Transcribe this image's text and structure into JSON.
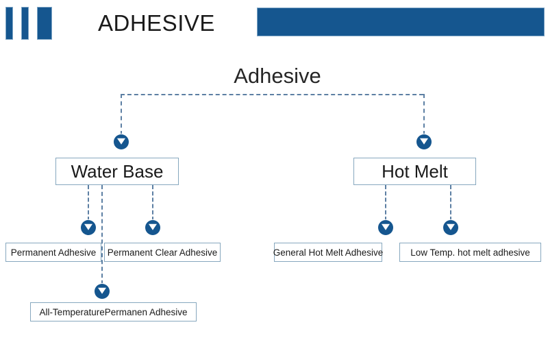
{
  "header": {
    "title": "ADHESIVE",
    "logo_bars": [
      "logo-bar-narrow-1",
      "logo-bar-narrow-2",
      "logo-bar-wide"
    ],
    "banner_name": "header-blue-banner"
  },
  "colors": {
    "brand_blue": "#15568F",
    "box_border": "#86A7BE",
    "connector": "#5C7FA3",
    "text": "#1a1a1a",
    "background": "#ffffff"
  },
  "diagram": {
    "type": "tree",
    "root": {
      "label": "Adhesive"
    },
    "branches": [
      {
        "id": "water-base",
        "label": "Water Base",
        "children": [
          {
            "id": "permanent-adhesive",
            "label": "Permanent Adhesive"
          },
          {
            "id": "permanent-clear-adhesive",
            "label": "Permanent Clear Adhesive"
          },
          {
            "id": "all-temperature-permanen-adhesive",
            "label": "All-TemperaturePermanen Adhesive"
          }
        ]
      },
      {
        "id": "hot-melt",
        "label": "Hot Melt",
        "children": [
          {
            "id": "general-hot-melt-adhesive",
            "label": "General Hot Melt Adhesive"
          },
          {
            "id": "low-temp-hot-melt-adhesive",
            "label": "Low Temp. hot melt adhesive"
          }
        ]
      }
    ],
    "arrow_markers": [
      "arrow-to-water-base",
      "arrow-to-hot-melt",
      "arrow-to-permanent-adhesive",
      "arrow-to-permanent-clear-adhesive",
      "arrow-to-general-hot-melt-adhesive",
      "arrow-to-low-temp-hot-melt-adhesive",
      "arrow-to-all-temperature-permanen-adhesive"
    ]
  }
}
